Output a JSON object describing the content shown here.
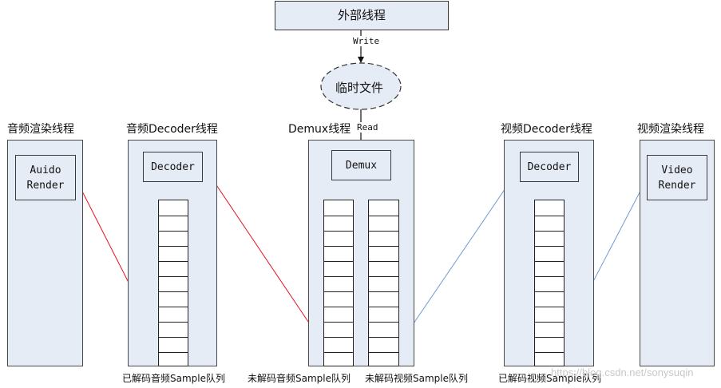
{
  "external_thread": "外部线程",
  "temp_file": "临时文件",
  "write_label": "Write",
  "read_label": "Read",
  "threads": {
    "audio_render": {
      "title": "音频渲染线程",
      "box": "Auido\nRender"
    },
    "audio_decoder": {
      "title": "音频Decoder线程",
      "box": "Decoder"
    },
    "demux": {
      "title": "Demux线程",
      "box": "Demux"
    },
    "video_decoder": {
      "title": "视频Decoder线程",
      "box": "Decoder"
    },
    "video_render": {
      "title": "视频渲染线程",
      "box": "Video\nRender"
    }
  },
  "queue_labels": {
    "decoded_audio": "已解码音频Sample队列",
    "undecoded_audio": "未解码音频Sample队列",
    "undecoded_video": "未解码视频Sample队列",
    "decoded_video": "已解码视频Sample队列"
  },
  "watermark": "https://blog.csdn.net/sonysuqin",
  "colors": {
    "audio_flow": "#e8141a",
    "video_flow": "#6f9ad6",
    "box_fill": "#e6ecf6"
  }
}
